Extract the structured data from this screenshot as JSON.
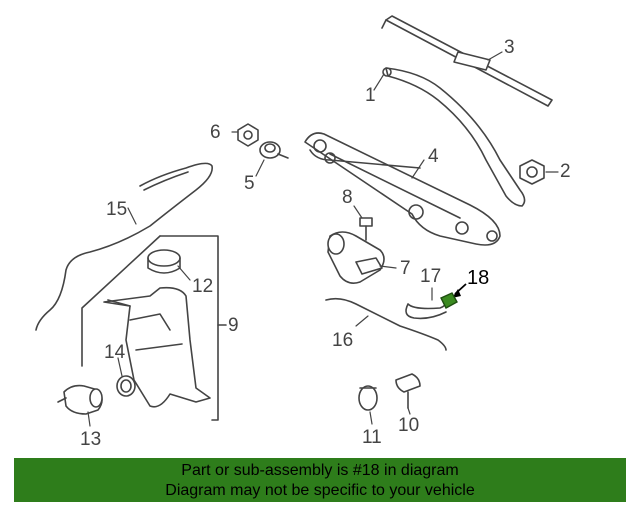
{
  "callouts": {
    "c1": "1",
    "c2": "2",
    "c3": "3",
    "c4": "4",
    "c5": "5",
    "c6": "6",
    "c7": "7",
    "c8": "8",
    "c9": "9",
    "c10": "10",
    "c11": "11",
    "c12": "12",
    "c13": "13",
    "c14": "14",
    "c15": "15",
    "c16": "16",
    "c17": "17",
    "c18": "18"
  },
  "highlight_color": "#3a8a20",
  "banner": {
    "line1": "Part or sub-assembly is #18 in diagram",
    "line2": "Diagram may not be specific to your vehicle",
    "background": "#2e7d1b"
  }
}
